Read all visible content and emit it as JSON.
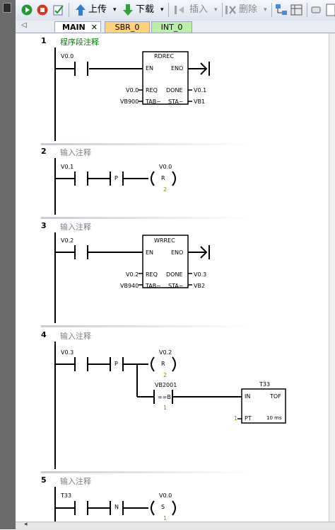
{
  "toolbar": {
    "upload_label": "上传",
    "download_label": "下载",
    "insert_label": "插入",
    "delete_label": "删除"
  },
  "tabs": [
    {
      "label": "MAIN"
    },
    {
      "label": "SBR_0"
    },
    {
      "label": "INT_0"
    }
  ],
  "networks": [
    {
      "number": "1",
      "comment": "程序段注释",
      "contact": "V0.0",
      "box": {
        "title": "RDREC",
        "en": "EN",
        "eno": "ENO",
        "in1_label": "REQ",
        "out1_label": "DONE",
        "in2_label": "TAB~",
        "out2_label": "STA~",
        "in1_addr": "V0.0",
        "out1_addr": "V0.1",
        "in2_addr": "VB900",
        "out2_addr": "VB1"
      }
    },
    {
      "number": "2",
      "comment": "输入注释",
      "contact": "V0.1",
      "edge": "P",
      "coil_addr": "V0.0",
      "coil_op": "R",
      "coil_count": "2"
    },
    {
      "number": "3",
      "comment": "输入注释",
      "contact": "V0.2",
      "box": {
        "title": "WRREC",
        "en": "EN",
        "eno": "ENO",
        "in1_label": "REQ",
        "out1_label": "DONE",
        "in2_label": "TAB~",
        "out2_label": "STA~",
        "in1_addr": "V0.2",
        "out1_addr": "V0.3",
        "in2_addr": "VB940",
        "out2_addr": "VB2"
      }
    },
    {
      "number": "4",
      "comment": "输入注释",
      "contact": "V0.3",
      "edge": "P",
      "coil_addr": "V0.2",
      "coil_op": "R",
      "coil_count": "2",
      "compare_addr": "VB2001",
      "compare_op": "==B",
      "compare_value": "1",
      "timer": {
        "name": "T33",
        "title": "TOF",
        "in_label": "IN",
        "pt_label": "PT",
        "pt_value": "1",
        "base": "10 ms"
      }
    },
    {
      "number": "5",
      "comment": "输入注释",
      "contact": "T33",
      "edge": "N",
      "coil_addr": "V0.0",
      "coil_op": "S",
      "coil_count": "1"
    }
  ],
  "colors": {
    "comment_first": "#008000",
    "comment": "#808080",
    "count": "#8a8a00",
    "tab_active": "#ffffff",
    "tab_sbr": "#ffd27a",
    "tab_int": "#b9f0a6"
  }
}
